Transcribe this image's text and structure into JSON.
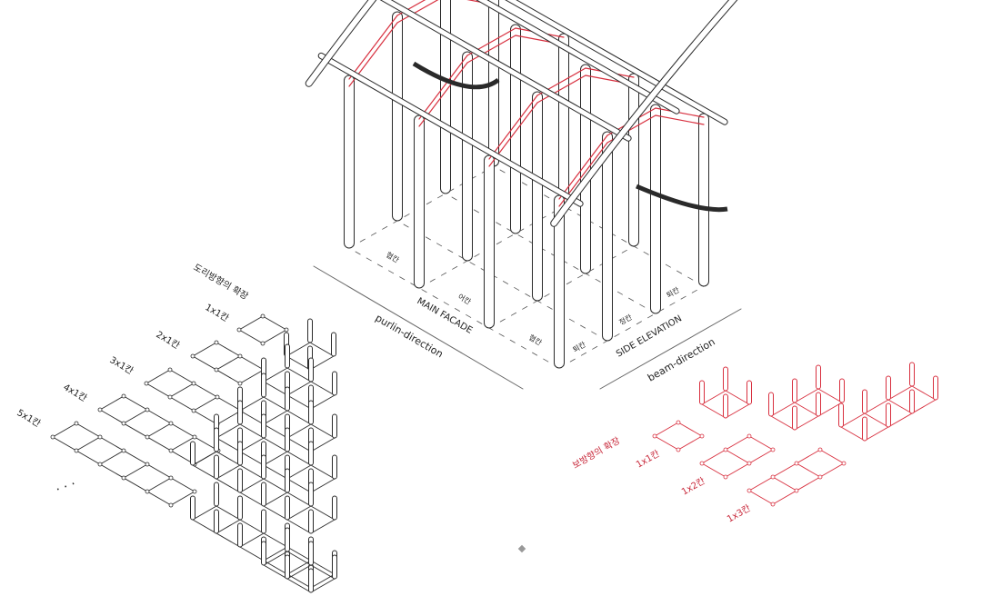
{
  "colors": {
    "ink": "#2a2a2a",
    "accent": "#d8303f",
    "dashed": "#555555",
    "marker": "#999999"
  },
  "building": {
    "main_facade": "MAIN FACADE",
    "side_elevation": "SIDE ELEVATION",
    "purlin_direction": "purlin-direction",
    "beam_direction": "beam-direction",
    "front_bays": [
      "협칸",
      "어칸",
      "협칸"
    ],
    "side_bays": [
      "퇴칸",
      "정칸",
      "퇴칸"
    ]
  },
  "purlin_expansion": {
    "title": "도리방향의 확장",
    "items": [
      {
        "label": "1x1칸",
        "n": 1
      },
      {
        "label": "2x1칸",
        "n": 2
      },
      {
        "label": "3x1칸",
        "n": 3
      },
      {
        "label": "4x1칸",
        "n": 4
      },
      {
        "label": "5x1칸",
        "n": 5
      }
    ],
    "ellipsis": ". . ."
  },
  "beam_expansion": {
    "title": "보방향의 확장",
    "items": [
      {
        "label": "1x1칸",
        "n": 1
      },
      {
        "label": "1x2칸",
        "n": 2
      },
      {
        "label": "1x3칸",
        "n": 3
      }
    ]
  }
}
